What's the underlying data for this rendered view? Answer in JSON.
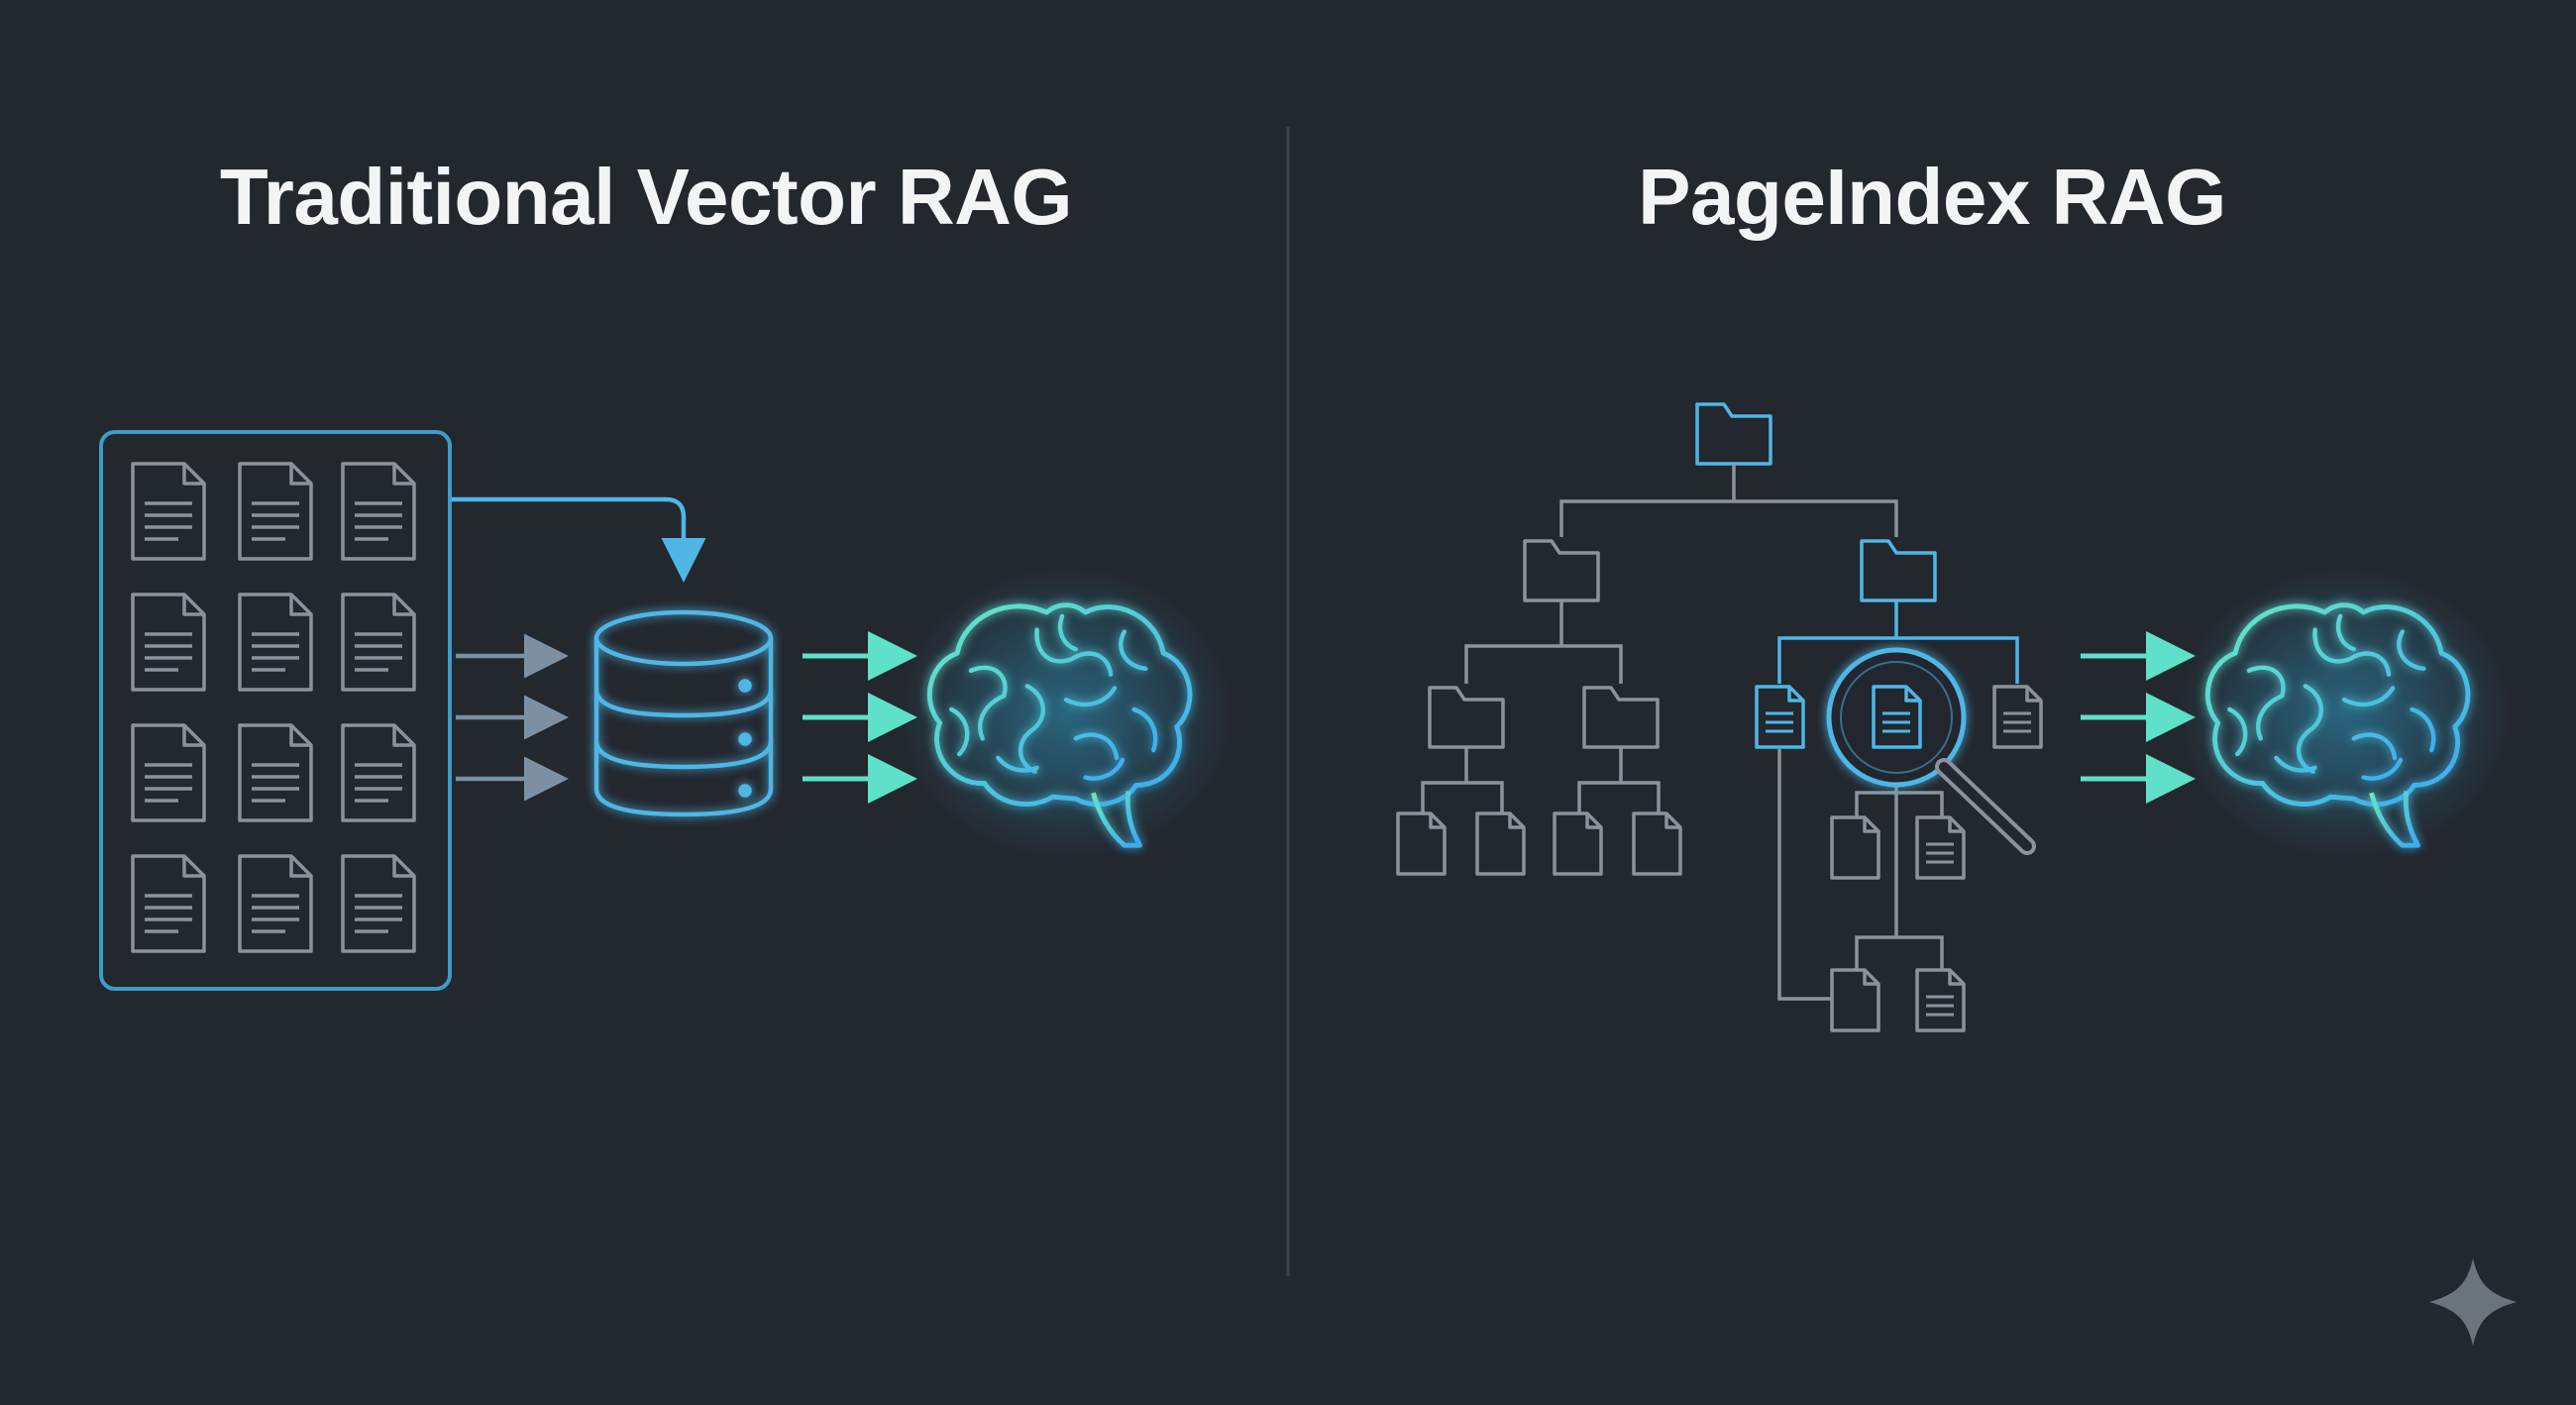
{
  "diagram": {
    "left_panel": {
      "title": "Traditional Vector RAG",
      "nodes": [
        "document-grid",
        "vector-database",
        "llm-brain"
      ]
    },
    "right_panel": {
      "title": "PageIndex RAG",
      "nodes": [
        "folder-tree",
        "magnifier",
        "llm-brain"
      ]
    }
  },
  "colors": {
    "background": "#23272e",
    "divider": "#3d434c",
    "doc_stroke": "#8a939c",
    "tree_stroke": "#8a939c",
    "accent_blue": "#4fb6e6",
    "accent_cyan": "#5fe0c8",
    "brain_glow": "#2fb0e0",
    "sparkle": "#6b737c"
  },
  "icons": [
    "document-icon",
    "folder-icon",
    "database-icon",
    "brain-icon",
    "magnifier-icon",
    "arrow-icon",
    "sparkle-icon"
  ]
}
